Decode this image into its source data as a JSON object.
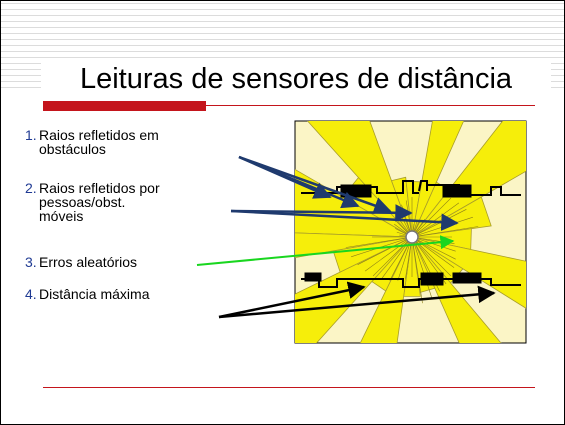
{
  "slide": {
    "title": "Leituras de sensores de distância",
    "items": [
      {
        "number": "1.",
        "text": "Raios refletidos em\nobstáculos"
      },
      {
        "number": "2.",
        "text": "Raios refletidos por\npessoas/obst.\nmóveis"
      },
      {
        "number": "3.",
        "text": "Erros aleatórios"
      },
      {
        "number": "4.",
        "text": "Distância máxima"
      }
    ]
  },
  "colors": {
    "accent_red": "#c4151c",
    "number_blue": "#1f3a93",
    "arrow_blue": "#1f3a6e",
    "arrow_green": "#19d61f",
    "beam_yellow": "#f6ee0a",
    "map_background": "#fbf5c6"
  }
}
